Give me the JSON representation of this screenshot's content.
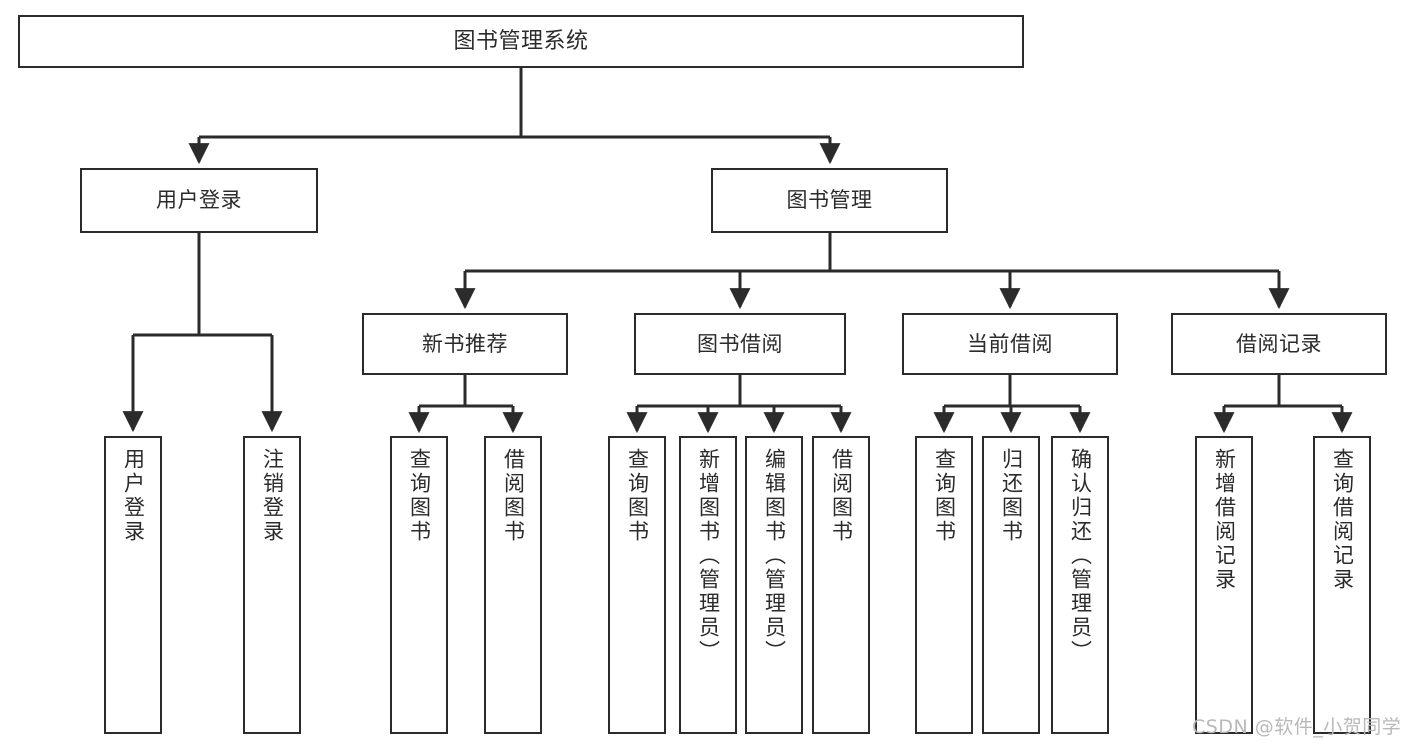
{
  "diagram": {
    "type": "tree",
    "title": "图书管理系统",
    "background": "#ffffff",
    "line_color": "#2b2b2b",
    "box_border_color": "#2b2b2b",
    "box_fill_color": "#ffffff",
    "text_color": "#2b2b2b"
  },
  "nodes": {
    "root": {
      "label": "图书管理系统"
    },
    "level2": [
      {
        "id": "user-login",
        "label": "用户登录"
      },
      {
        "id": "book-manage",
        "label": "图书管理"
      }
    ],
    "level3": [
      {
        "id": "new-book-recommend",
        "label": "新书推荐"
      },
      {
        "id": "book-borrow",
        "label": "图书借阅"
      },
      {
        "id": "current-borrow",
        "label": "当前借阅"
      },
      {
        "id": "borrow-record",
        "label": "借阅记录"
      }
    ],
    "leaves": [
      {
        "id": "leaf-user-login",
        "label": "用户登录"
      },
      {
        "id": "leaf-logout-login",
        "label": "注销登录"
      },
      {
        "id": "leaf-query-book-1",
        "label": "查询图书"
      },
      {
        "id": "leaf-borrow-book-1",
        "label": "借阅图书"
      },
      {
        "id": "leaf-query-book-2",
        "label": "查询图书"
      },
      {
        "id": "leaf-add-book-admin",
        "label": "新增图书（管理员）"
      },
      {
        "id": "leaf-edit-book-admin",
        "label": "编辑图书（管理员）"
      },
      {
        "id": "leaf-borrow-book-2",
        "label": "借阅图书"
      },
      {
        "id": "leaf-query-book-3",
        "label": "查询图书"
      },
      {
        "id": "leaf-return-book",
        "label": "归还图书"
      },
      {
        "id": "leaf-confirm-return-admin",
        "label": "确认归还（管理员）"
      },
      {
        "id": "leaf-add-borrow-record",
        "label": "新增借阅记录"
      },
      {
        "id": "leaf-query-borrow-record",
        "label": "查询借阅记录"
      }
    ]
  },
  "watermark": {
    "text": "CSDN @软件_小贺同学",
    "color": "#b9b9b9"
  }
}
